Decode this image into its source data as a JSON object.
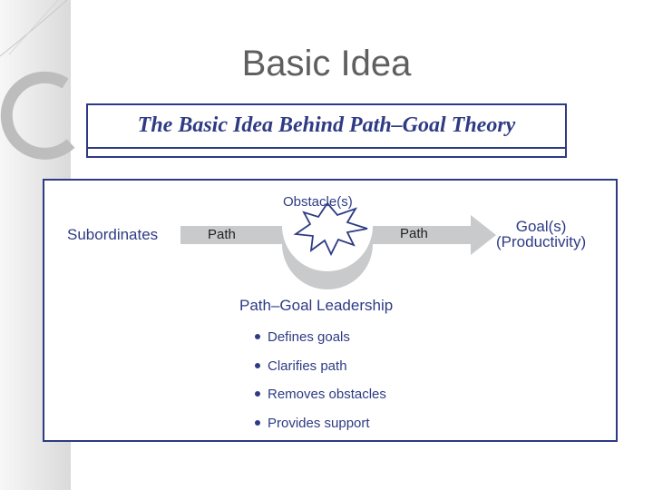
{
  "slide": {
    "title": "Basic Idea"
  },
  "banner": {
    "title": "The Basic Idea Behind Path–Goal Theory"
  },
  "diagram": {
    "subordinates_label": "Subordinates",
    "obstacle_label": "Obstacle(s)",
    "path_left_label": "Path",
    "path_right_label": "Path",
    "goal_line1": "Goal(s)",
    "goal_line2": "(Productivity)",
    "leadership_heading": "Path–Goal Leadership",
    "leadership_items": [
      "Defines goals",
      "Clarifies path",
      "Removes obstacles",
      "Provides support"
    ]
  },
  "colors": {
    "navy": "#2e3b84",
    "path_gray": "#c9cacc",
    "title_gray": "#5f5f5f"
  }
}
